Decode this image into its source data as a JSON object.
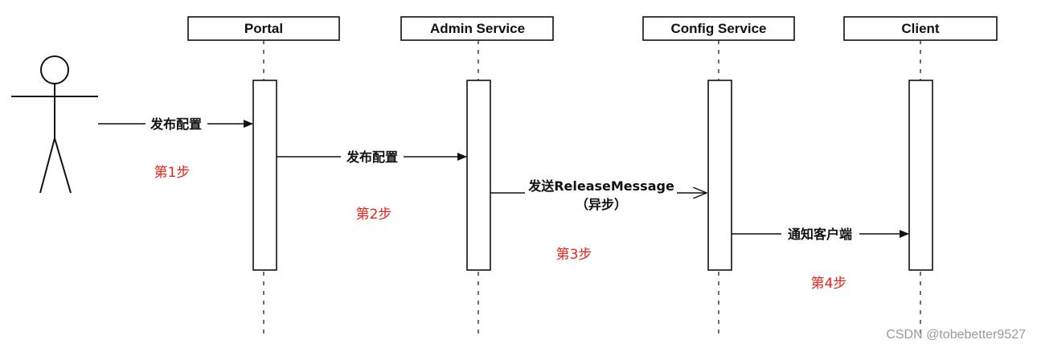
{
  "participants": [
    {
      "label": "Portal"
    },
    {
      "label": "Admin Service"
    },
    {
      "label": "Config Service"
    },
    {
      "label": "Client"
    }
  ],
  "messages": [
    {
      "label": "发布配置",
      "style": "solid"
    },
    {
      "label": "发布配置",
      "style": "solid"
    },
    {
      "label": "发送ReleaseMessage",
      "label2": "（异步）",
      "style": "open"
    },
    {
      "label": "通知客户端",
      "style": "solid"
    }
  ],
  "steps": [
    "第1步",
    "第2步",
    "第3步",
    "第4步"
  ],
  "watermark": "CSDN @tobebetter9527"
}
